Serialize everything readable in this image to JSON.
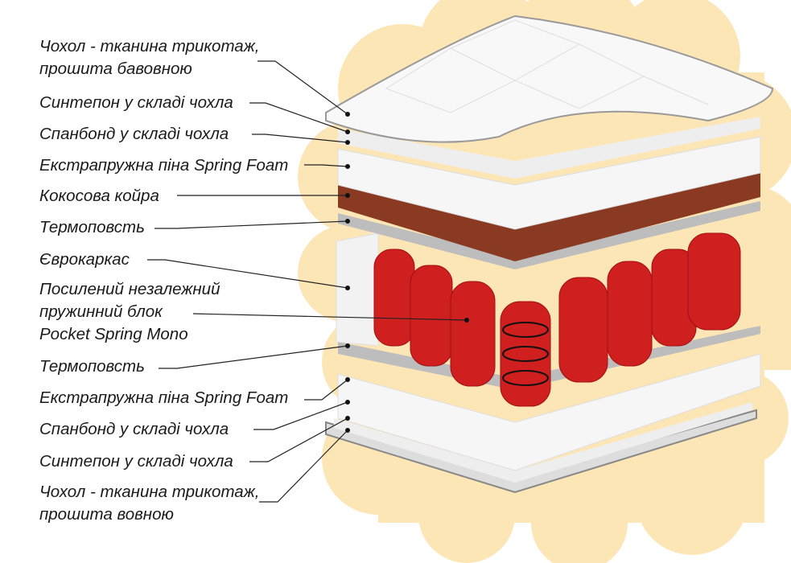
{
  "colors": {
    "background_blob": "#fde6b6",
    "coir": "#8a3a22",
    "springs": "#d42020",
    "foam": "#f4f4f4"
  },
  "labels": [
    {
      "lines": [
        "Чохол - тканина трикотаж,",
        "прошита бавовною"
      ]
    },
    {
      "lines": [
        "Синтепон у складі чохла"
      ]
    },
    {
      "lines": [
        "Спанбонд у складі чохла"
      ]
    },
    {
      "lines": [
        "Екстрапружна піна Spring Foam"
      ]
    },
    {
      "lines": [
        "Кокосова койра"
      ]
    },
    {
      "lines": [
        "Термоповсть"
      ]
    },
    {
      "lines": [
        "Єврокаркас"
      ]
    },
    {
      "lines": [
        "Посилений незалежний",
        "пружинний блок",
        "Pocket Spring Mono"
      ]
    },
    {
      "lines": [
        "Термоповсть"
      ]
    },
    {
      "lines": [
        "Екстрапружна піна Spring Foam"
      ]
    },
    {
      "lines": [
        "Спанбонд у складі чохла"
      ]
    },
    {
      "lines": [
        "Синтепон у складі чохла"
      ]
    },
    {
      "lines": [
        "Чохол - тканина трикотаж,",
        "прошита вовною"
      ]
    }
  ]
}
